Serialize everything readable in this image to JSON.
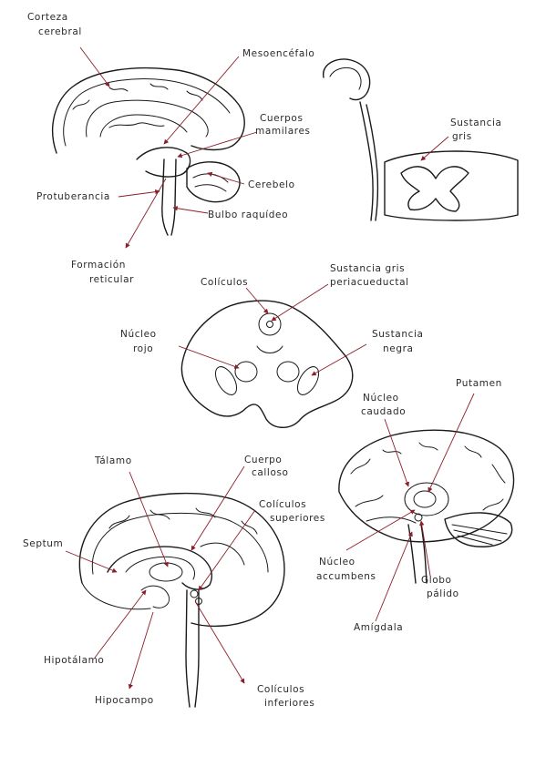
{
  "colors": {
    "ink": "#1a1a1a",
    "arrow": "#8a1f2a",
    "paper": "#ffffff"
  },
  "labels": {
    "corteza_l1": "Corteza",
    "corteza_l2": "cerebral",
    "mesencefalo": "Mesoencéfalo",
    "cuerpos_l1": "Cuerpos",
    "cuerpos_l2": "mamilares",
    "cerebelo": "Cerebelo",
    "protuberancia": "Protuberancia",
    "bulbo": "Bulbo raquídeo",
    "formacion_l1": "Formación",
    "formacion_l2": "reticular",
    "sustancia_gris_l1": "Sustancia",
    "sustancia_gris_l2": "gris",
    "coliculos": "Colículos",
    "periacueductal_l1": "Sustancia gris",
    "periacueductal_l2": "periacueductal",
    "nucleo_rojo_l1": "Núcleo",
    "nucleo_rojo_l2": "rojo",
    "sustancia_negra_l1": "Sustancia",
    "sustancia_negra_l2": "negra",
    "putamen": "Putamen",
    "caudado_l1": "Núcleo",
    "caudado_l2": "caudado",
    "talamo": "Tálamo",
    "calloso_l1": "Cuerpo",
    "calloso_l2": "calloso",
    "col_sup_l1": "Colículos",
    "col_sup_l2": "superiores",
    "septum": "Septum",
    "accumbens_l1": "Núcleo",
    "accumbens_l2": "accumbens",
    "globo_l1": "Globo",
    "globo_l2": "pálido",
    "amigdala": "Amígdala",
    "hipotalamo": "Hipotálamo",
    "hipocampo": "Hipocampo",
    "col_inf_l1": "Colículos",
    "col_inf_l2": "inferiores"
  }
}
